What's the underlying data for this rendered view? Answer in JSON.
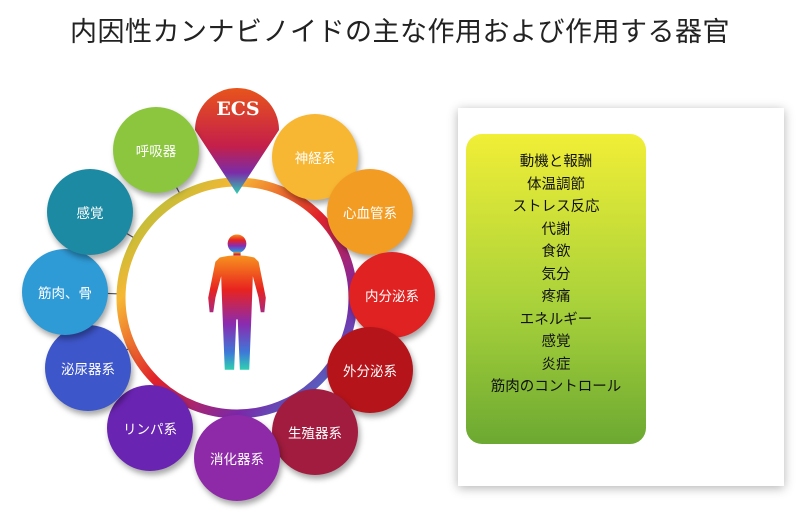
{
  "title": "内因性カンナビノイドの主な作用および作用する器官",
  "ecs": {
    "label": "ECS",
    "color": "#d94a1e"
  },
  "organs": [
    {
      "label": "神経系",
      "color": "#f7b733"
    },
    {
      "label": "心血管系",
      "color": "#f39c24"
    },
    {
      "label": "内分泌系",
      "color": "#e02222"
    },
    {
      "label": "外分泌系",
      "color": "#b5141a"
    },
    {
      "label": "生殖器系",
      "color": "#a11c3e"
    },
    {
      "label": "消化器系",
      "color": "#8e2aa8"
    },
    {
      "label": "リンパ系",
      "color": "#6a24b2"
    },
    {
      "label": "泌尿器系",
      "color": "#3d56c9"
    },
    {
      "label": "筋肉、骨",
      "color": "#2f9bd6"
    },
    {
      "label": "感覚",
      "color": "#1d8aa3"
    },
    {
      "label": "呼吸器",
      "color": "#8cc63f"
    }
  ],
  "effects": [
    "動機と報酬",
    "体温調節",
    "ストレス反応",
    "代謝",
    "食欲",
    "気分",
    "疼痛",
    "エネルギー",
    "感覚",
    "炎症",
    "筋肉のコントロール"
  ]
}
